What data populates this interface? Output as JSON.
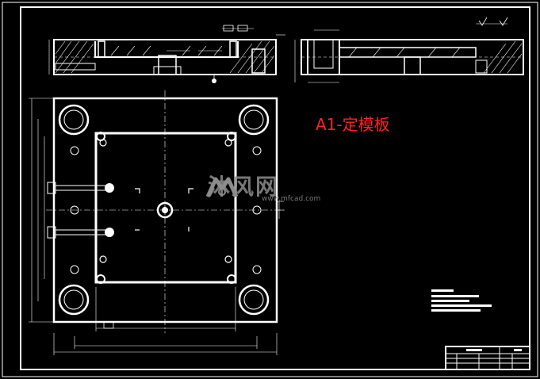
{
  "caption": {
    "text": "A1-定模板"
  },
  "watermark": {
    "brand": "沐风网",
    "url": "www.mfcad.com"
  },
  "colors": {
    "background": "#000000",
    "lines": "#ffffff",
    "caption": "#ff2020",
    "watermark": "#8c8c8c"
  },
  "icons": {
    "watermark_logo": "mf-logo-icon"
  }
}
